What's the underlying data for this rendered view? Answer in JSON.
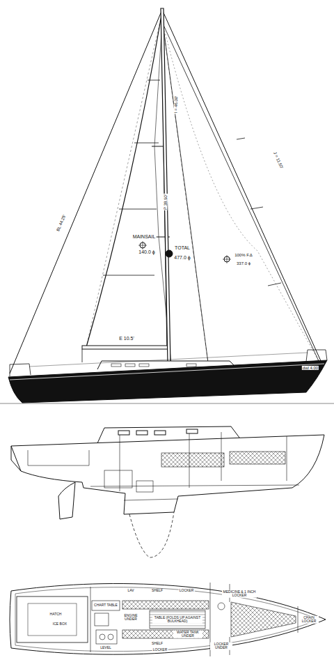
{
  "diagram": {
    "labels": [
      "MAINSAIL",
      "140.0 ϕ",
      "TOTAL",
      "477.0 ϕ",
      "100% F.Δ",
      "337.0 ϕ",
      "E 10.5'",
      "P 38.50'",
      "I = 46.00'",
      "J = 11.50'",
      "BL 44.25'",
      "dwl 4.00",
      "LAV",
      "SHELF",
      "LOCKER",
      "MEDICINE & 1 INCH LOCKER",
      "CHART TABLE",
      "TABLE (FOLDS UP AGAINST BULKHEAD)",
      "ENGINE UNDER",
      "CHAIN LOCKER",
      "HATCH",
      "ICE BOX",
      "LEVEL",
      "SHELF",
      "WATER TANK UNDER",
      "LOCKER",
      "LOCKER UNDER"
    ]
  }
}
